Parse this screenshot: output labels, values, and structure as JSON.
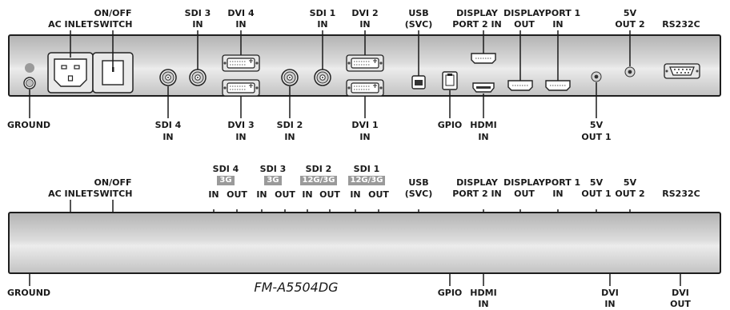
{
  "top_panel": {
    "labels_above": {
      "ac_inlet": "AC INLET",
      "switch_l1": "ON/OFF",
      "switch_l2": "SWITCH",
      "sdi3_l1": "SDI 3",
      "sdi3_l2": "IN",
      "dvi4_l1": "DVI 4",
      "dvi4_l2": "IN",
      "sdi1_l1": "SDI 1",
      "sdi1_l2": "IN",
      "dvi2_l1": "DVI 2",
      "dvi2_l2": "IN",
      "usb_l1": "USB",
      "usb_l2": "(SVC)",
      "dp2_l1": "DISPLAY",
      "dp2_l2": "PORT 2 IN",
      "dp_out_l1": "DISPLAY",
      "dp_out_l2": "OUT",
      "dp1_l1": "PORT 1",
      "dp1_l2": "IN",
      "v5_out2_l1": "5V",
      "v5_out2_l2": "OUT 2",
      "rs232c": "RS232C"
    },
    "labels_below": {
      "ground": "GROUND",
      "sdi4_l1": "SDI 4",
      "sdi4_l2": "IN",
      "dvi3_l1": "DVI 3",
      "dvi3_l2": "IN",
      "sdi2_l1": "SDI 2",
      "sdi2_l2": "IN",
      "dvi1_l1": "DVI 1",
      "dvi1_l2": "IN",
      "gpio": "GPIO",
      "hdmi_l1": "HDMI",
      "hdmi_l2": "IN",
      "v5_out1_l1": "5V",
      "v5_out1_l2": "OUT 1"
    }
  },
  "bottom_panel": {
    "labels_above": {
      "ac_inlet": "AC INLET",
      "switch_l1": "ON/OFF",
      "switch_l2": "SWITCH",
      "sdi4": "SDI 4",
      "sdi4_badge": "3G",
      "sdi3": "SDI 3",
      "sdi3_badge": "3G",
      "sdi2": "SDI 2",
      "sdi2_badge": "12G/3G",
      "sdi1": "SDI 1",
      "sdi1_badge": "12G/3G",
      "in": "IN",
      "out": "OUT",
      "usb_l1": "USB",
      "usb_l2": "(SVC)",
      "dp2_l1": "DISPLAY",
      "dp2_l2": "PORT 2 IN",
      "dp_out_l1": "DISPLAY",
      "dp_out_l2": "OUT",
      "dp1_l1": "PORT 1",
      "dp1_l2": "IN",
      "v5_out1_l1": "5V",
      "v5_out1_l2": "OUT 1",
      "v5_out2_l1": "5V",
      "v5_out2_l2": "OUT 2",
      "rs232c": "RS232C"
    },
    "labels_below": {
      "ground": "GROUND",
      "gpio": "GPIO",
      "hdmi_l1": "HDMI",
      "hdmi_l2": "IN",
      "dvi_in_l1": "DVI",
      "dvi_in_l2": "IN",
      "dvi_out_l1": "DVI",
      "dvi_out_l2": "OUT"
    },
    "model": "FM-A5504DG"
  },
  "colors": {
    "panel_border": "#1e1e1e",
    "badge": "#9a9a9a",
    "text": "#1a1a1a"
  }
}
